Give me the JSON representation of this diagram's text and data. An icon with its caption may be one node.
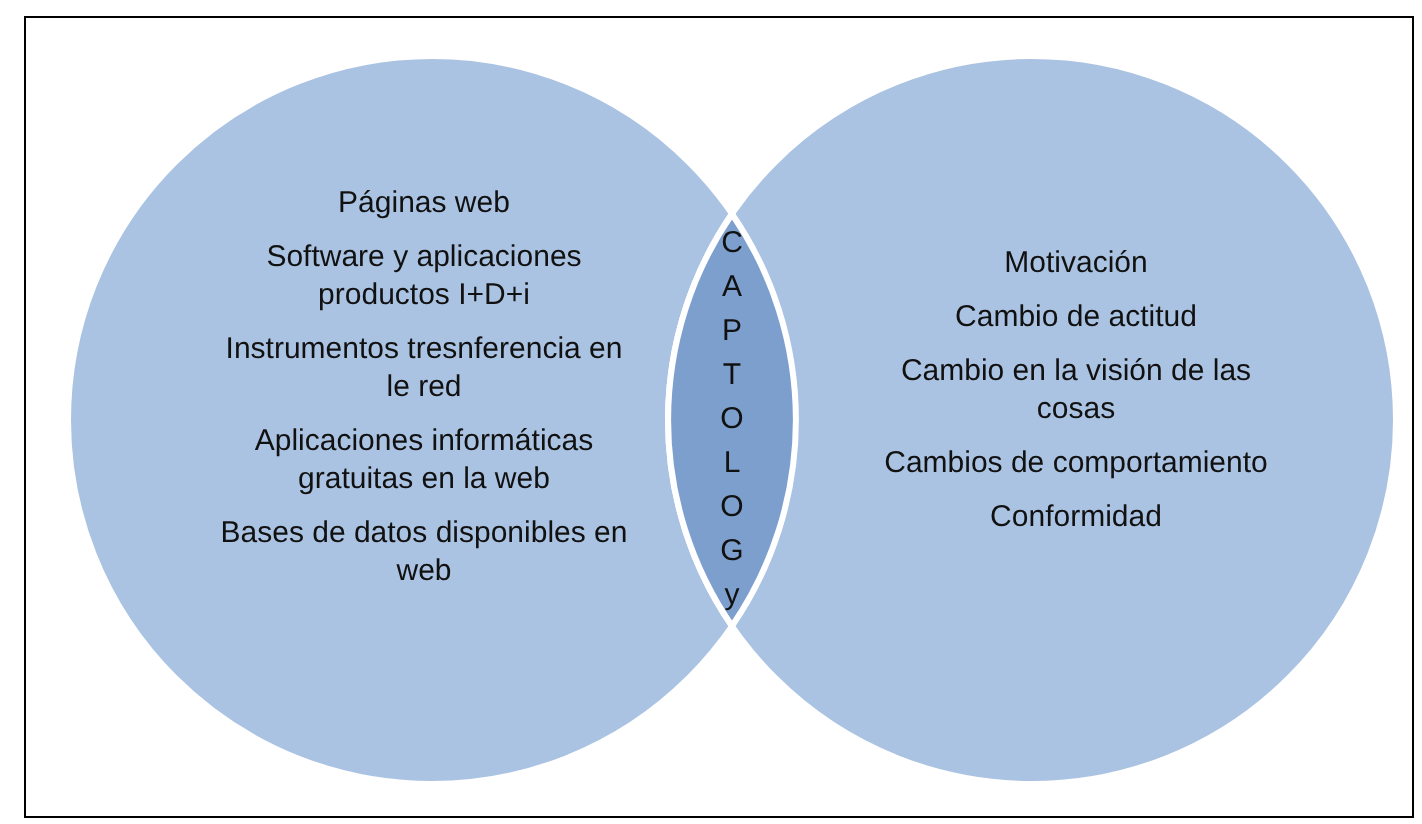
{
  "diagram": {
    "nodes": [
      {
        "text": [
          "Páginas web",
          "Software y aplicaciones productos I+D+i",
          "Instrumentos tresnferencia en le red",
          "Aplicaciones informáticas gratuitas en la web",
          "Bases de datos disponibles en web"
        ]
      },
      {
        "text": [
          "C A P T O L O G y"
        ]
      },
      {
        "text": [
          "Motivación",
          "Cambio de actitud",
          "Cambio en la visión de las cosas",
          "Cambios de comportamiento",
          "Conformidad"
        ]
      }
    ]
  }
}
